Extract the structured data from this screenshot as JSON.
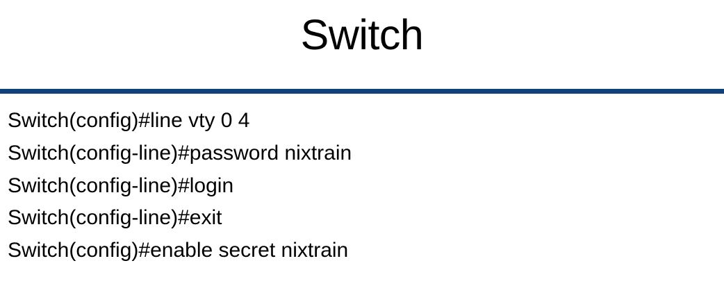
{
  "slide": {
    "title": "Switch",
    "background_color": "#ffffff",
    "text_color": "#000000",
    "rule_color": "#0F427B"
  },
  "cli": {
    "lines": [
      "Switch(config)#line vty 0 4",
      "Switch(config-line)#password nixtrain",
      "Switch(config-line)#login",
      "Switch(config-line)#exit",
      "Switch(config)#enable secret nixtrain"
    ]
  }
}
